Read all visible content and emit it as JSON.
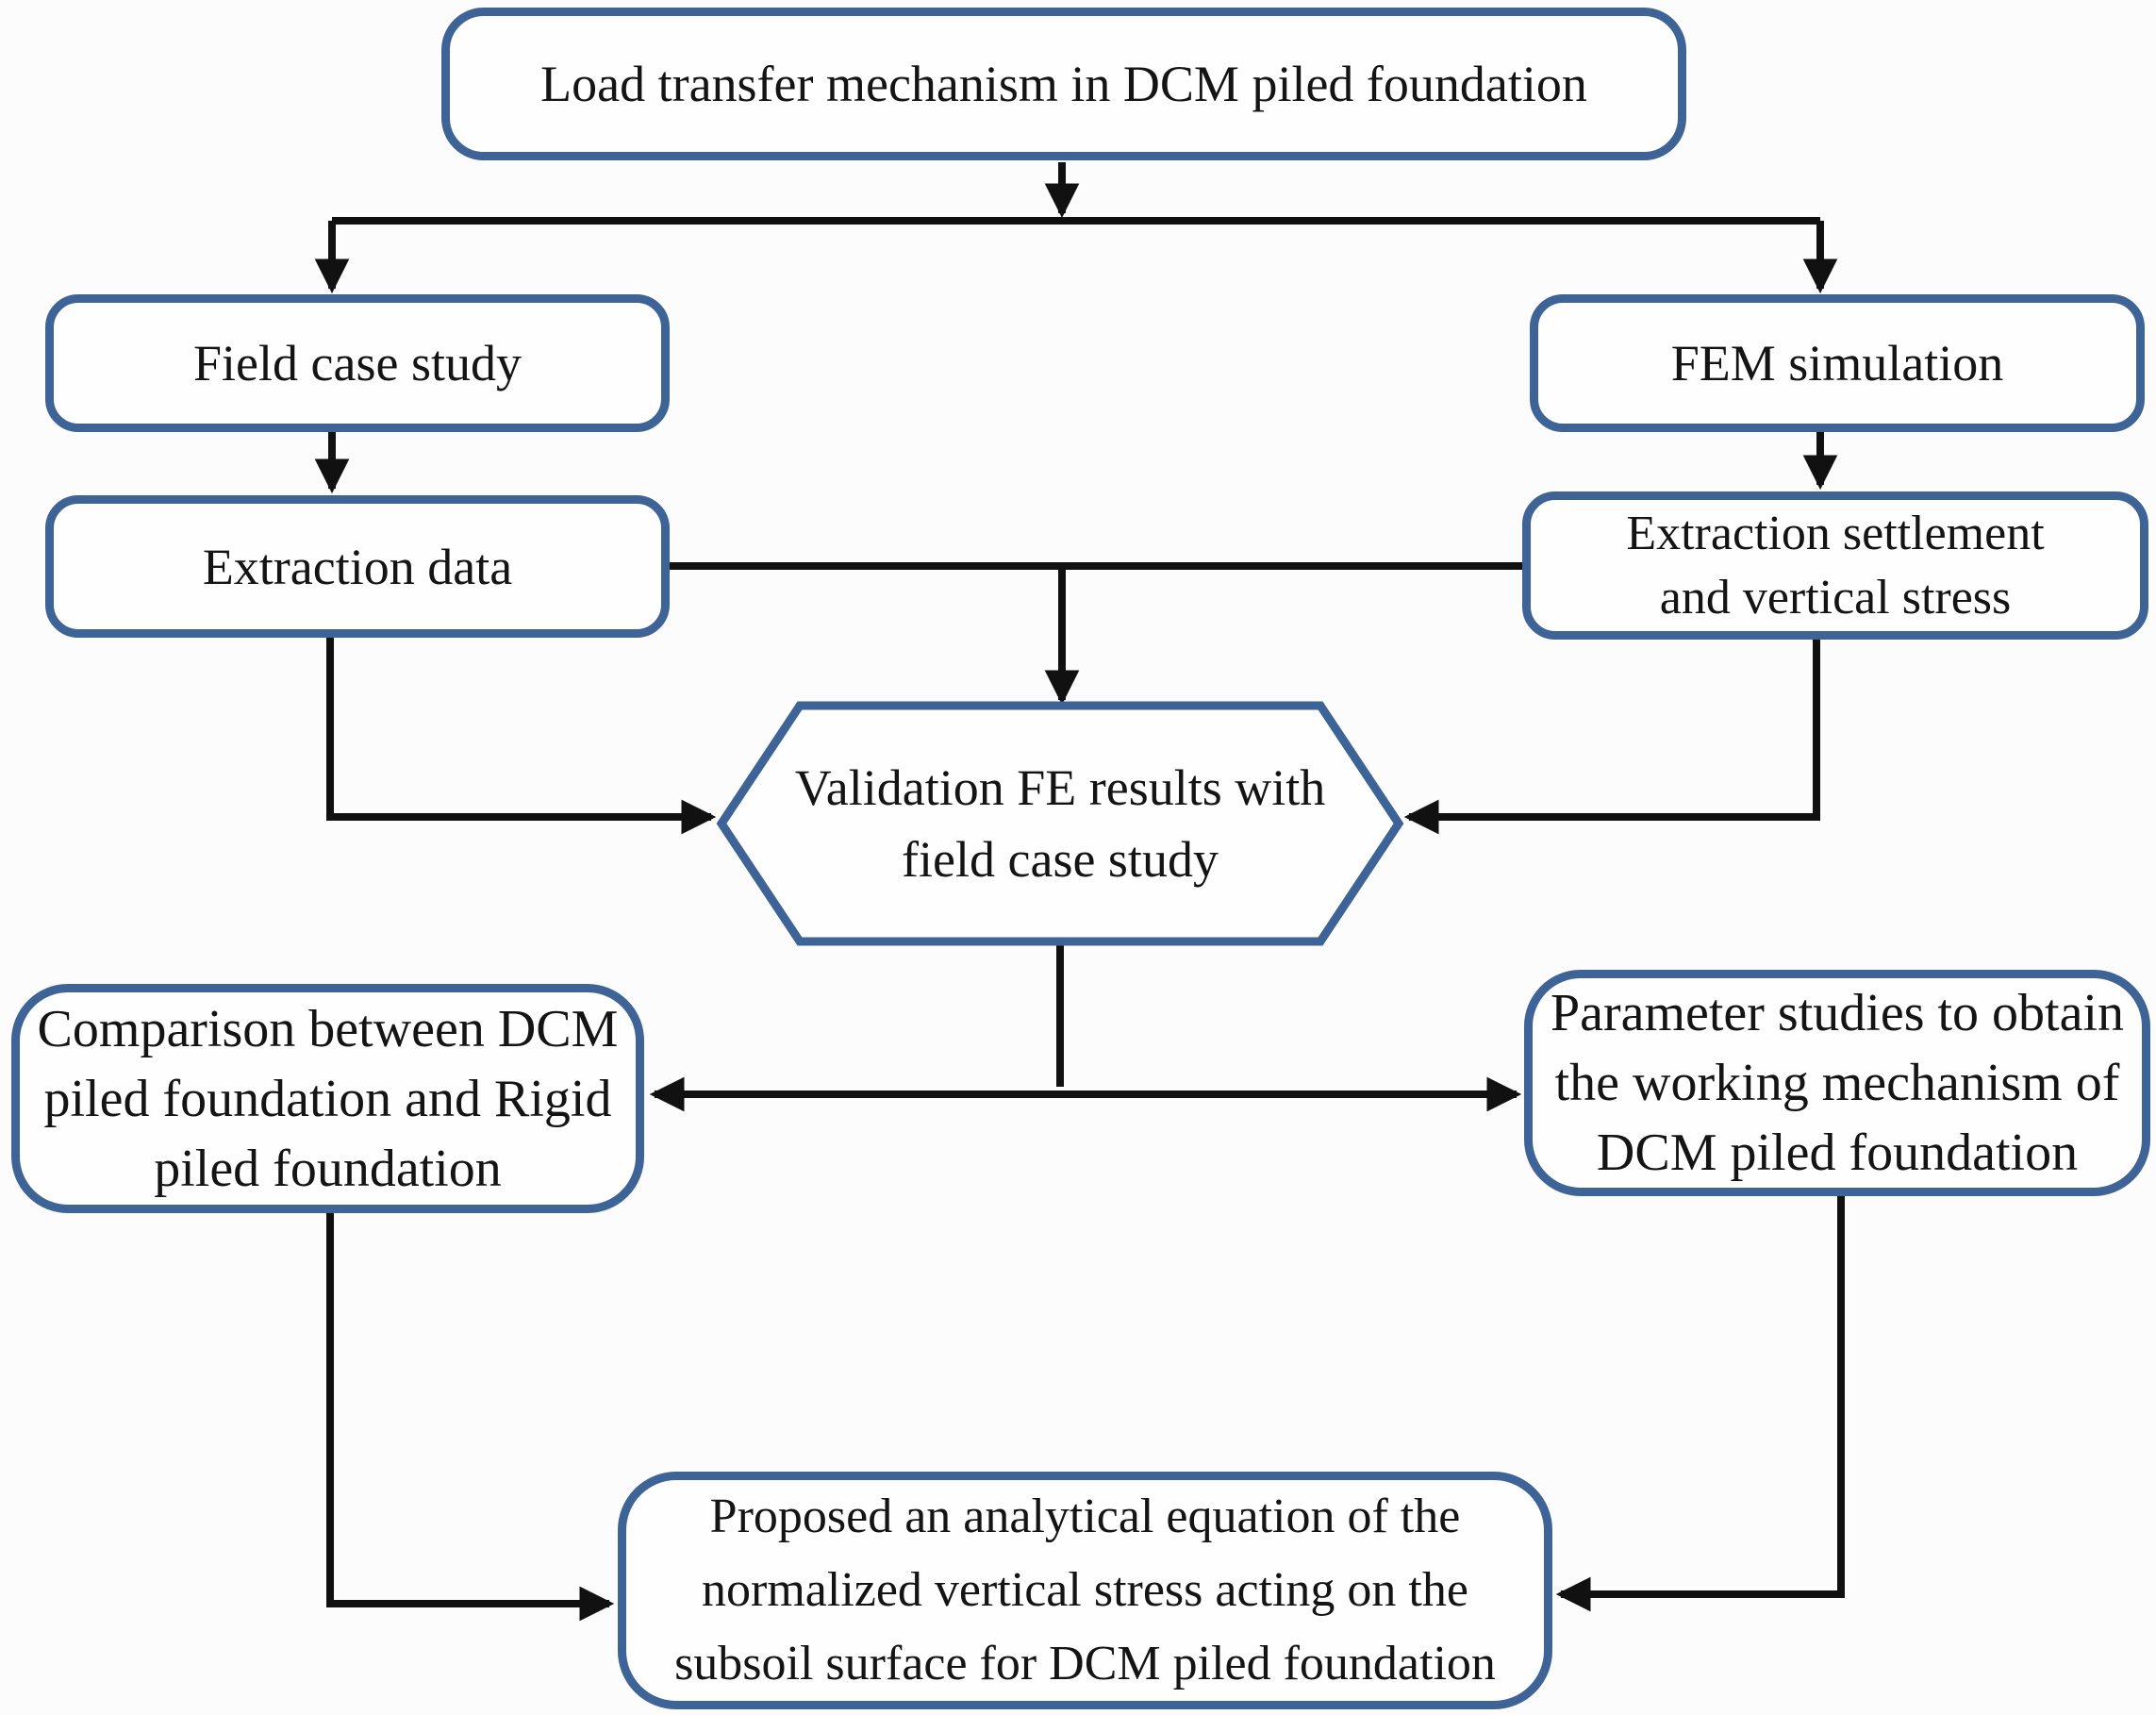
{
  "theme": {
    "accent": "#3E6396",
    "line": "#111111",
    "ink": "#141414",
    "paper": "#fefefe",
    "bg": "#fcfcfc"
  },
  "nodes": {
    "load_transfer": {
      "label": "Load transfer mechanism in DCM piled foundation"
    },
    "field_case_study": {
      "label": "Field case study"
    },
    "extraction_data": {
      "label": "Extraction data"
    },
    "fem_simulation": {
      "label": "FEM simulation"
    },
    "extraction_settlement": {
      "lines": [
        "Extraction settlement",
        "and vertical stress"
      ]
    },
    "validation": {
      "lines": [
        "Validation FE results with",
        "field case study"
      ]
    },
    "comparison": {
      "lines": [
        "Comparison between DCM",
        "piled foundation and Rigid",
        "piled foundation"
      ]
    },
    "parameter_studies": {
      "lines": [
        "Parameter studies to obtain",
        "the working mechanism of",
        "DCM piled foundation"
      ]
    },
    "proposed_equation": {
      "lines": [
        "Proposed an analytical equation of the",
        "normalized vertical stress acting on the",
        "subsoil surface for DCM piled foundation"
      ]
    }
  }
}
